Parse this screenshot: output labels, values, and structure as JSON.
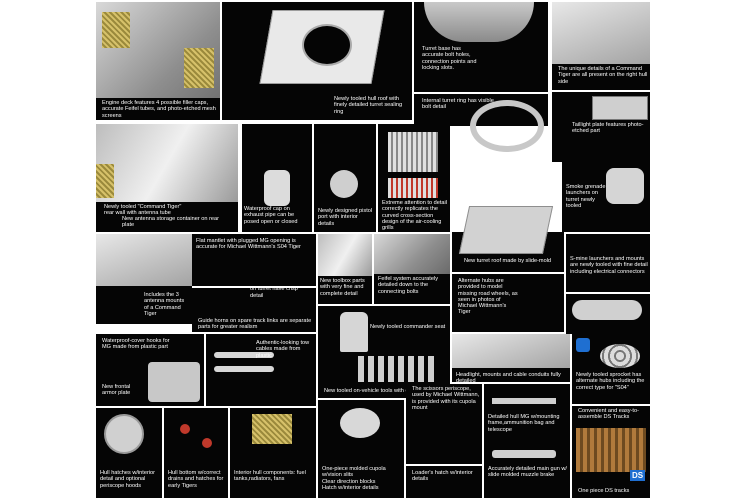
{
  "colors": {
    "background": "#ffffff",
    "panel": "#050505",
    "caption": "#ffffff",
    "mesh": "#d6c16a",
    "accent_blue": "#1f6fd1"
  },
  "captions": {
    "engine_deck": "Engine deck features 4 possible filler caps, accurate Feifel tubes, and photo-etched mesh screens",
    "hull_roof": "Newly tooled hull roof with finely detailed turret sealing ring",
    "turret_base": "Turret base has accurate bolt holes, connection points and locking slots.",
    "internal_ring": "Internal turret ring has visible bolt detail",
    "command_tiger": "The unique details of a Command Tiger are all present on the right hull side",
    "taillight": "Taillight plate features photo-etched part",
    "rear_wall": "Newly tooled \"Command Tiger\" rear wall with antenna tube",
    "antenna_container": "New antenna storage container on rear plate",
    "exhaust_cap": "Waterproof cap on exhaust pipe can be posed open or closed",
    "pistol_port": "Newly designed pistol port with interior details",
    "cooling_grills": "Extreme attention to detail correctly replicates the curved cross-section design of the air-cooling grills",
    "smoke_launchers": "Smoke grenade launchers on turret newly tooled",
    "turret_roof": "New turret roof made by slide-mold",
    "flat_mantlet": "Flat mantlet with plugged MG opening is accurate for Michael Wittmann's S04 Tiger",
    "antenna_mounts": "Includes the 3 antenna mounts of a Command Tiger",
    "spare_track": "Spare track links stowed on turret have crisp detail",
    "toolbox": "New toolbox parts with very fine and complete detail",
    "feifel": "Feifel system accurately detailed down to the connecting bolts",
    "road_wheels": "Alternate hubs are provided to model missing road wheels, as seen in photos of Michael Wittmann's Tiger",
    "s_mine": "S-mine launchers and mounts are newly tooled with fine detail including electrical connectors",
    "guide_horns": "Guide horns on spare track links are separate parts for greater realism",
    "commander_seat": "Newly tooled commander seat",
    "mg_hooks": "Waterproof-cover hooks for MG made from plastic part",
    "tow_cables": "Authentic-looking tow cables made from plastic",
    "frontal_armor": "New frontal armor plate",
    "headlight": "Headlight, mounts and cable conduits fully detailed",
    "sprocket": "Newly tooled sprocket has alternate hubs including the correct type for \"S04\"",
    "ds_tracks": "Convenient and easy-to-assemble DS Tracks",
    "ds_track_logo": "DS",
    "vehicle_tools": "New tooled on-vehicle tools with clasps",
    "hull_hatches": "Hull hatches w/interior detail and optional periscope hoods",
    "hull_bottom": "Hull bottom w/correct drains and hatches for early Tigers",
    "interior_hull": "Interior hull components: fuel tanks,radiators, fans",
    "cupola": "One-piece molded cupola w/vision slits",
    "clear_blocks": "Clear direction blocks",
    "hatch_interior": "Hatch w/interior details",
    "scissors_periscope": "The scissors periscope, used by Michael Wittmann, is provided with its cupola mount",
    "loaders_hatch": "Loader's hatch w/interior details",
    "hull_mg": "Detailed hull MG w/mounting frame,ammunition bag and telescope",
    "main_gun": "Accurately detailed main gun w/ slide molded muzzle brake",
    "one_piece_ds": "One piece DS tracks"
  }
}
